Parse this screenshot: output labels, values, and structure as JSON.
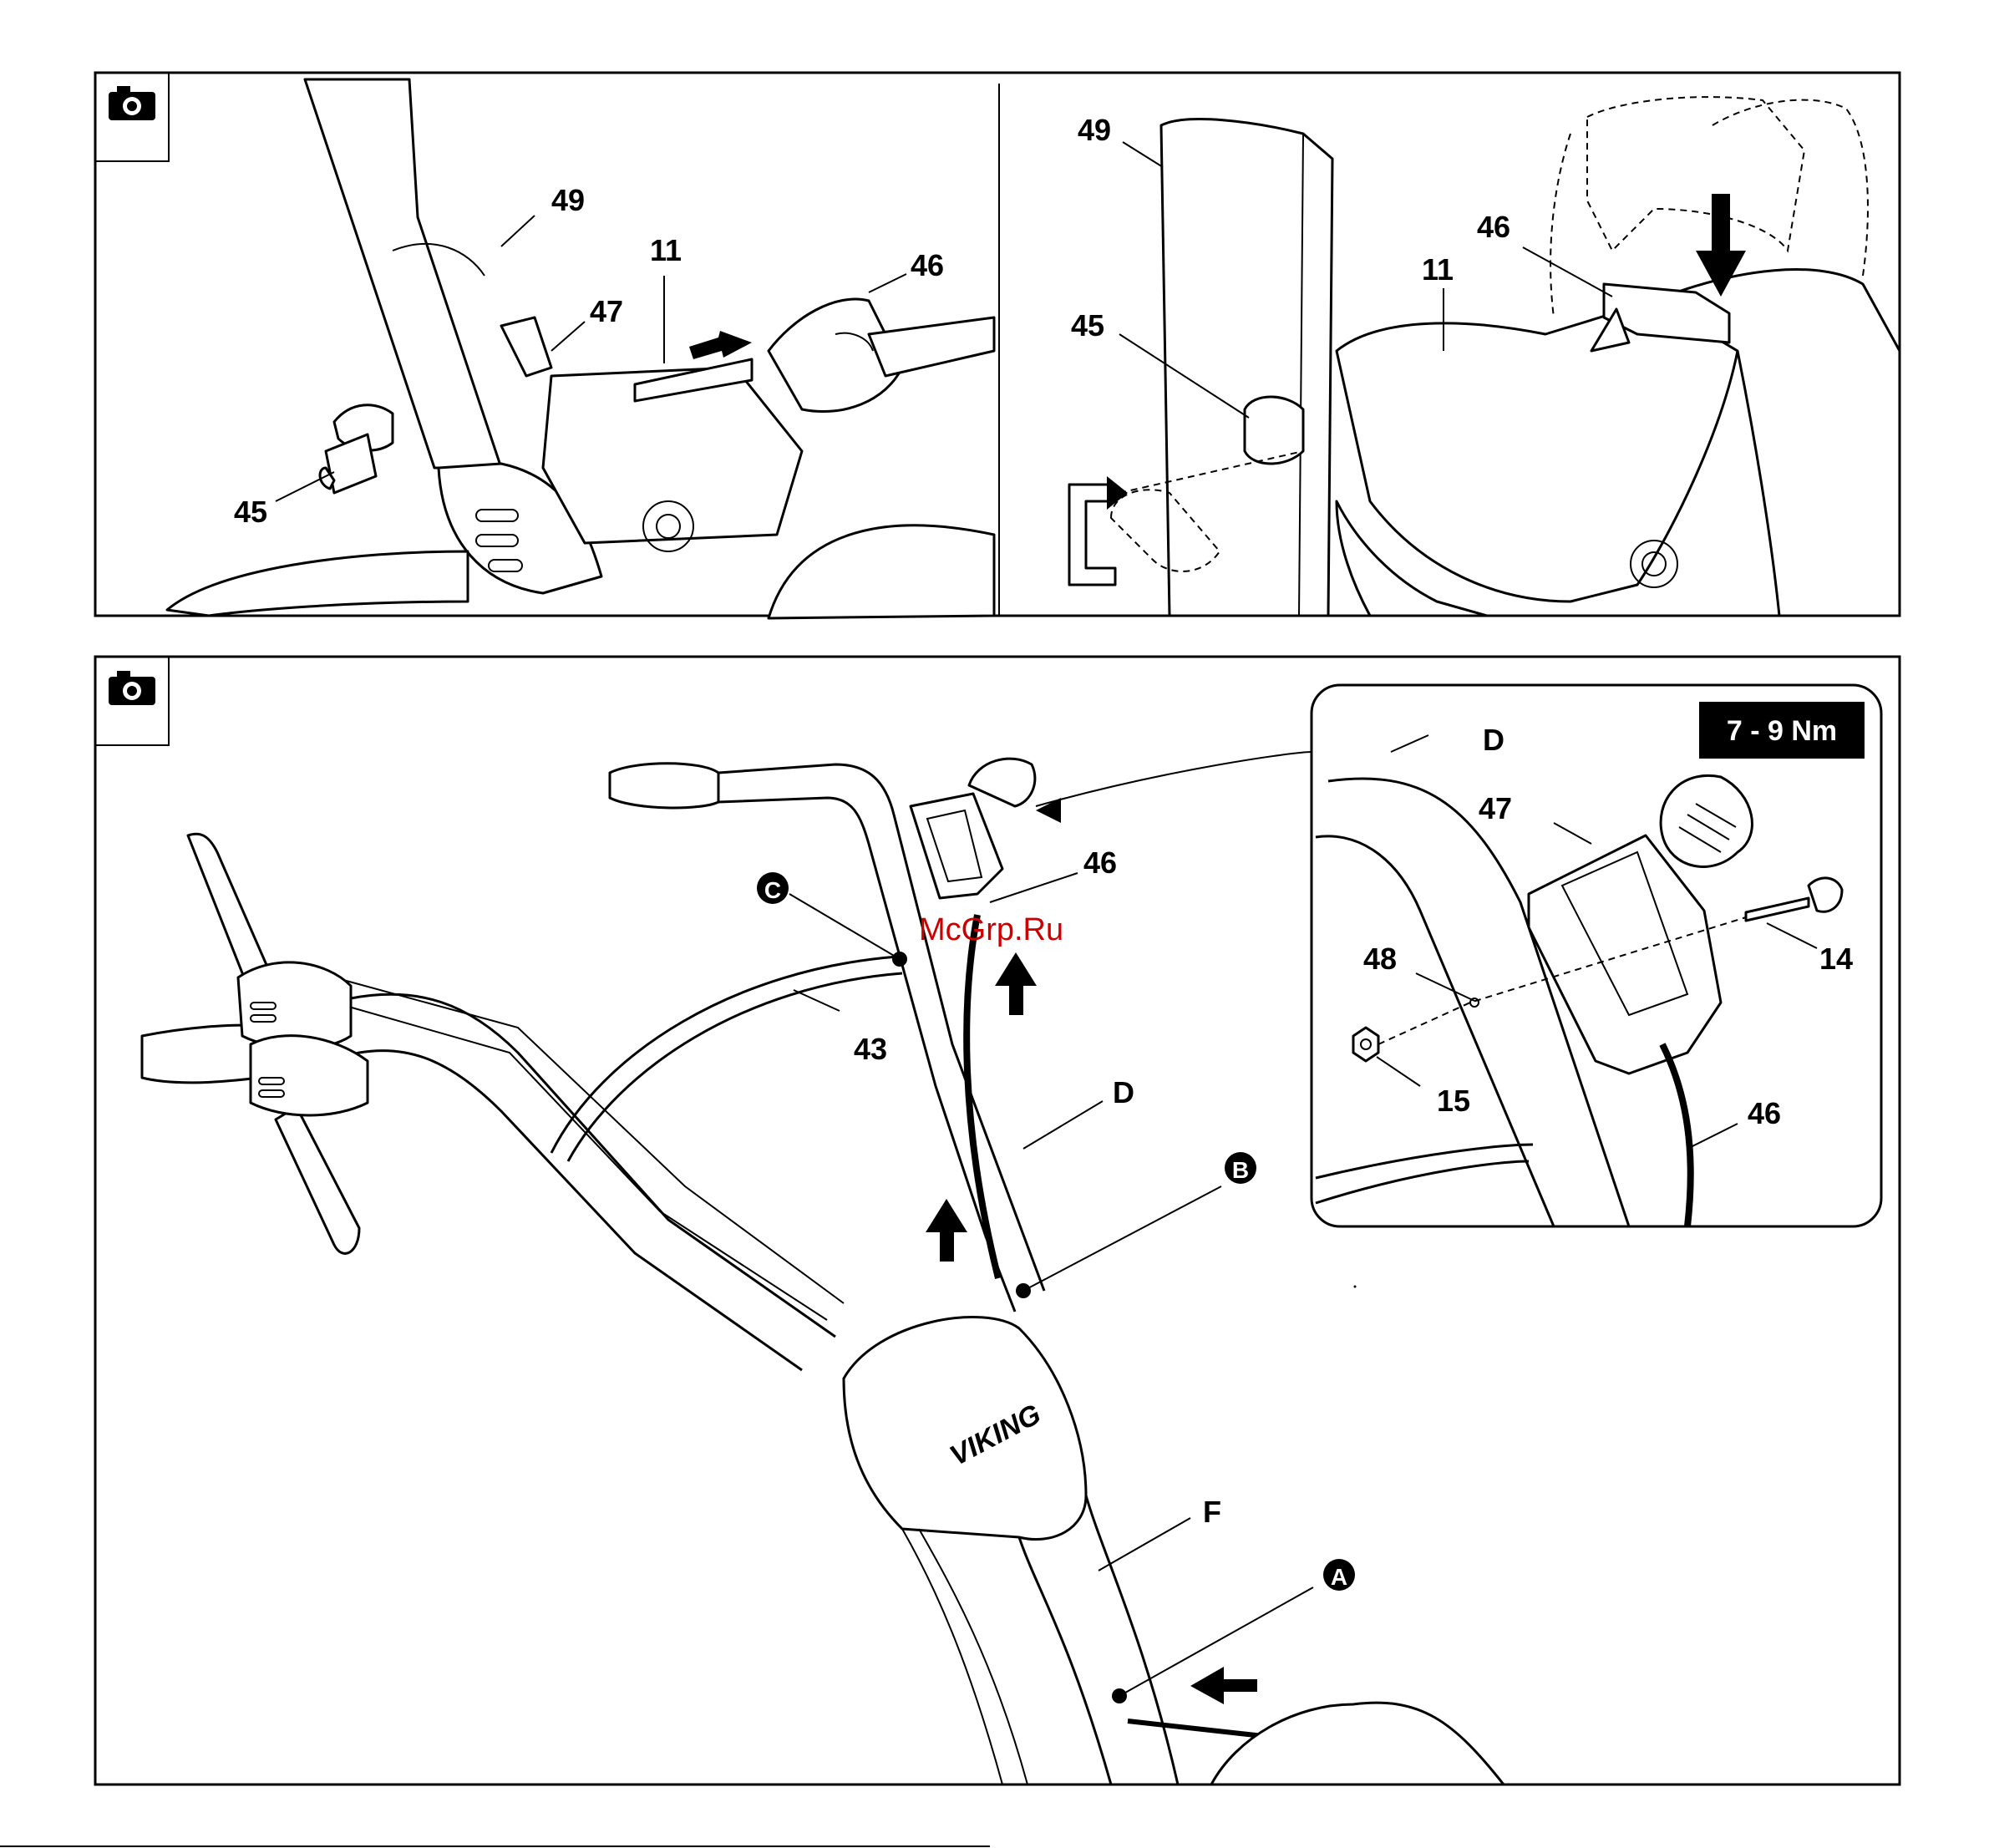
{
  "panel_top_left": {
    "labels": {
      "l49": "49",
      "l11": "11",
      "l47": "47",
      "l46": "46",
      "l45": "45"
    }
  },
  "panel_top_right": {
    "labels": {
      "l49": "49",
      "l46": "46",
      "l11": "11",
      "l45": "45"
    }
  },
  "panel_bottom": {
    "labels": {
      "l46": "46",
      "l43": "43",
      "lD": "D",
      "lF": "F"
    },
    "markers": {
      "mA": "A",
      "mB": "B",
      "mC": "C"
    },
    "brand": "VIKING",
    "watermark": "McGrp.Ru"
  },
  "inset": {
    "torque": "7 - 9 Nm",
    "labels": {
      "lD": "D",
      "l47": "47",
      "l48": "48",
      "l14": "14",
      "l15": "15",
      "l46": "46"
    }
  }
}
